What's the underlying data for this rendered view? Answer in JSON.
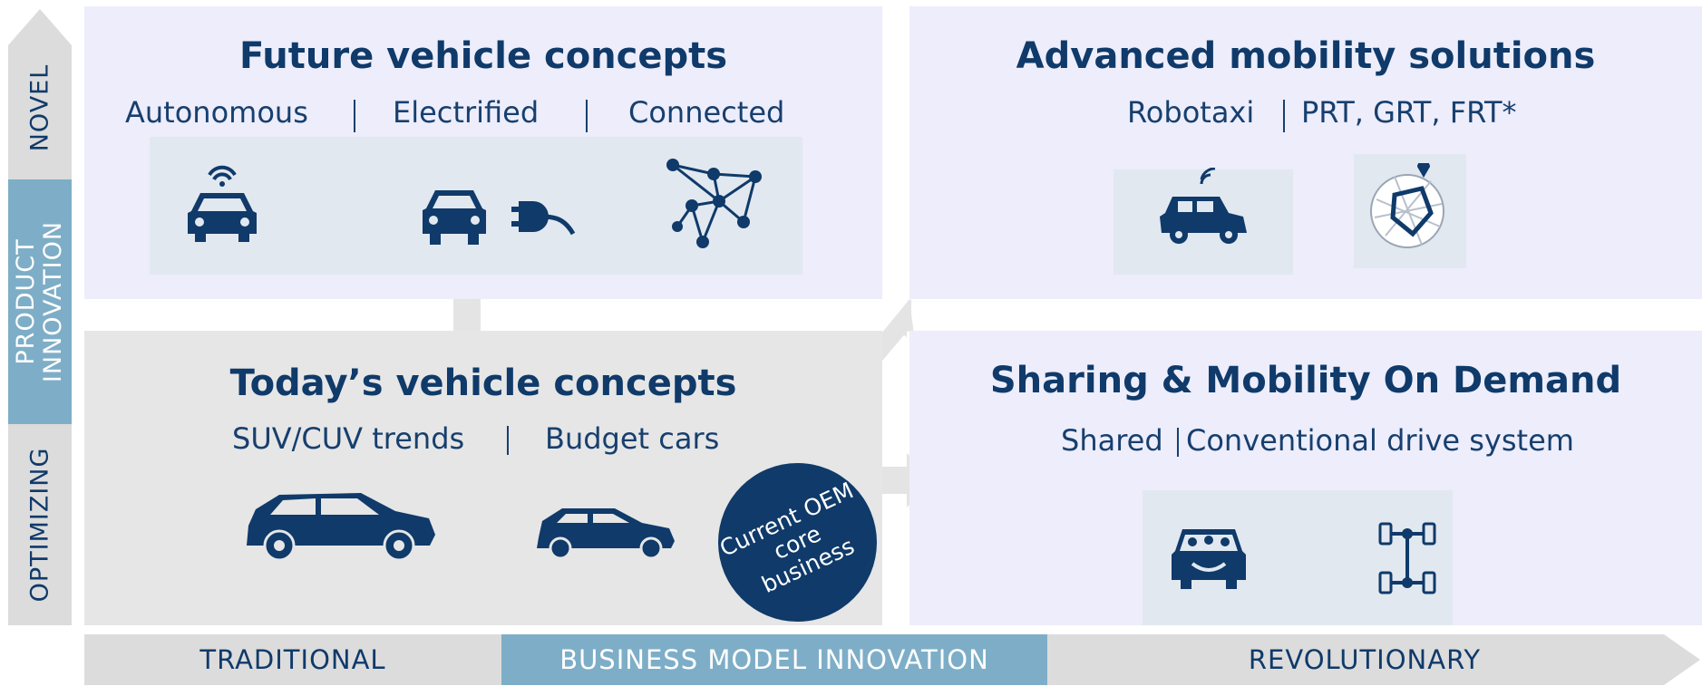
{
  "vertical_axis": {
    "novel": "NOVEL",
    "product_innovation_line1": "PRODUCT",
    "product_innovation_line2": "INNOVATION",
    "optimizing": "OPTIMIZING"
  },
  "horizontal_axis": {
    "traditional": "TRADITIONAL",
    "business_model_innovation": "BUSINESS MODEL INNOVATION",
    "revolutionary": "REVOLUTIONARY"
  },
  "future": {
    "title": "Future vehicle concepts",
    "items": [
      "Autonomous",
      "Electrified",
      "Connected"
    ]
  },
  "advanced": {
    "title": "Advanced mobility solutions",
    "items": [
      "Robotaxi",
      "PRT, GRT, FRT*"
    ]
  },
  "today": {
    "title": "Today’s vehicle concepts",
    "items": [
      "SUV/CUV trends",
      "Budget cars"
    ]
  },
  "sharing": {
    "title": "Sharing & Mobility On Demand",
    "items": [
      "Shared",
      "Conventional drive system"
    ]
  },
  "oem_badge": [
    "Current OEM",
    "core",
    "business"
  ],
  "colors": {
    "navy": "#0f3a6a",
    "axis_grey": "#dcdcdc",
    "axis_blue": "#7eaec7",
    "panel_purple": "#ededfb",
    "panel_grey": "#e6e6e6"
  },
  "icons": [
    "autonomous-car-icon",
    "electric-car-icon",
    "network-icon",
    "robotaxi-icon",
    "map-icon",
    "suv-icon",
    "hatchback-car-icon",
    "shared-car-icon",
    "drive-system-icon"
  ]
}
